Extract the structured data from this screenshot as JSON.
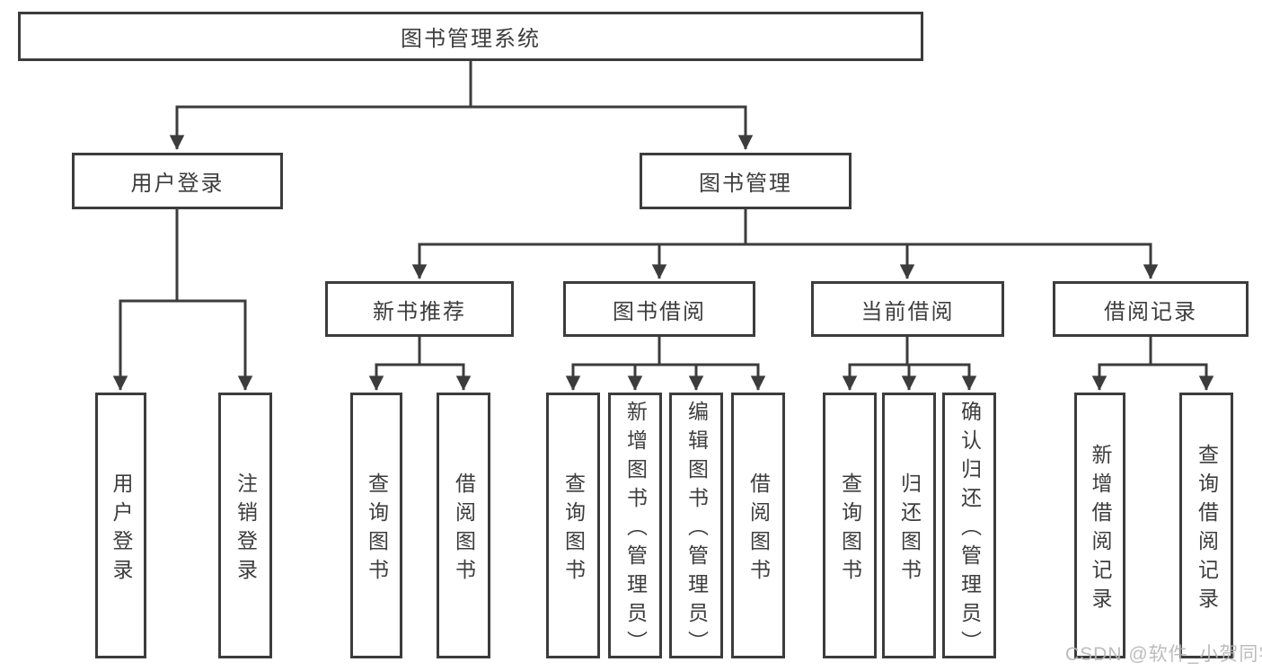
{
  "tree": {
    "label": "图书管理系统",
    "children": [
      {
        "label": "用户登录",
        "children": [
          {
            "label": "用户登录"
          },
          {
            "label": "注销登录"
          }
        ]
      },
      {
        "label": "图书管理",
        "children": [
          {
            "label": "新书推荐",
            "children": [
              {
                "label": "查询图书"
              },
              {
                "label": "借阅图书"
              }
            ]
          },
          {
            "label": "图书借阅",
            "children": [
              {
                "label": "查询图书"
              },
              {
                "label": "新增图书（管理员）"
              },
              {
                "label": "编辑图书（管理员）"
              },
              {
                "label": "借阅图书"
              }
            ]
          },
          {
            "label": "当前借阅",
            "children": [
              {
                "label": "查询图书"
              },
              {
                "label": "归还图书"
              },
              {
                "label": "确认归还（管理员）"
              }
            ]
          },
          {
            "label": "借阅记录",
            "children": [
              {
                "label": "新增借阅记录"
              },
              {
                "label": "查询借阅记录"
              }
            ]
          }
        ]
      }
    ]
  },
  "watermark": "CSDN @软件_小贺同学",
  "colors": {
    "line": "#3c3c3c",
    "text": "#3d3d3d",
    "watermark": "#b5b5b5",
    "background": "#ffffff"
  }
}
